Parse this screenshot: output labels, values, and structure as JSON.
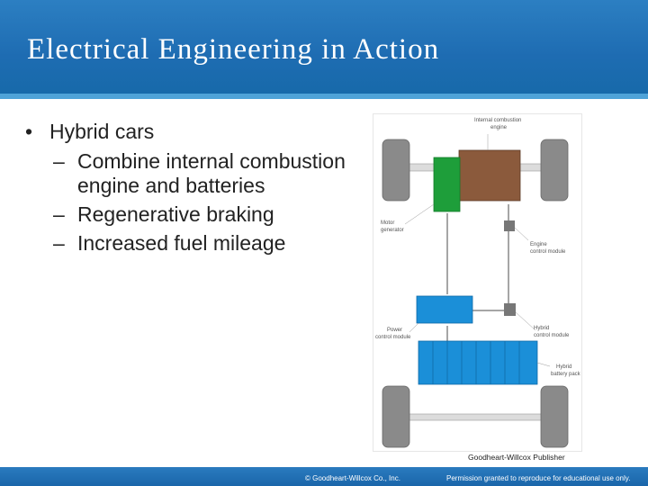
{
  "slide": {
    "title": "Electrical Engineering in Action",
    "bullets": [
      {
        "mark": "•",
        "text": "Hybrid cars"
      },
      {
        "mark": "–",
        "text": "Combine internal combustion engine and batteries"
      },
      {
        "mark": "–",
        "text": "Regenerative braking"
      },
      {
        "mark": "–",
        "text": "Increased fuel mileage"
      }
    ]
  },
  "figure": {
    "labels": {
      "ice_line1": "Internal combustion",
      "ice_line2": "engine",
      "motor_line1": "Motor",
      "motor_line2": "generator",
      "ecm_line1": "Engine",
      "ecm_line2": "control module",
      "pcm_line1": "Power",
      "pcm_line2": "control module",
      "hcm_line1": "Hybrid",
      "hcm_line2": "control module",
      "bat_line1": "Hybrid",
      "bat_line2": "battery pack"
    },
    "colors": {
      "engine": "#8b5a3c",
      "motor": "#1e9e3a",
      "battery": "#1b8fd8",
      "module": "#777777",
      "tire": "#8a8a8a"
    },
    "credit": "Goodheart-Willcox Publisher"
  },
  "footer": {
    "copyright": "© Goodheart-Willcox Co., Inc.",
    "permission": "Permission granted to reproduce for educational use only."
  }
}
